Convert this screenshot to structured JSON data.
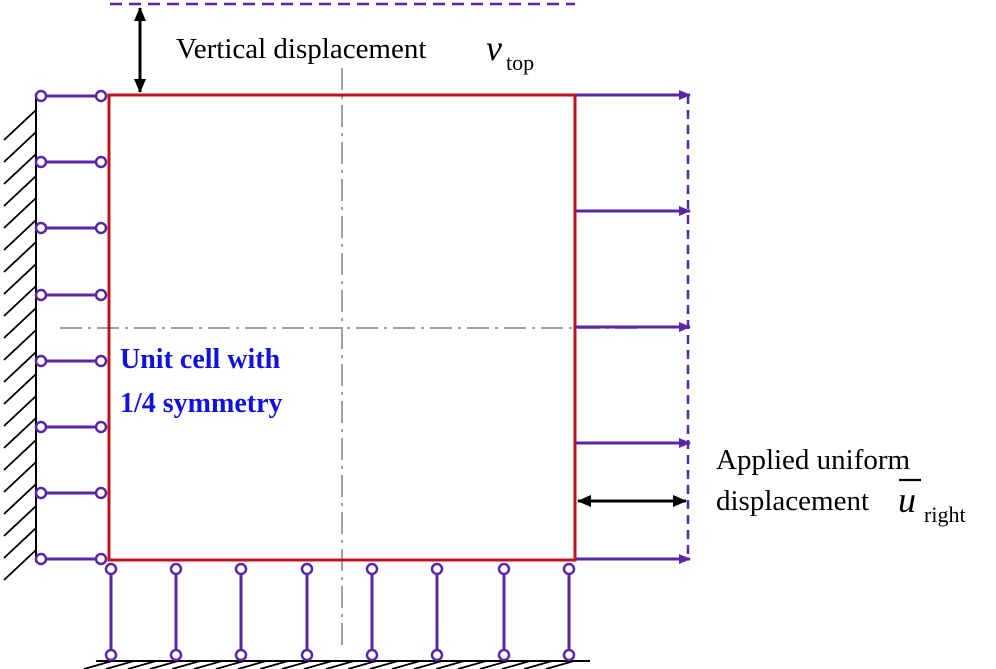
{
  "labels": {
    "vertical_text": "Vertical displacement",
    "vertical_var": "v",
    "vertical_sub": "top",
    "unit_cell_line1": "Unit cell with",
    "unit_cell_line2": "1/4 symmetry",
    "applied_line1": "Applied uniform",
    "applied_line2_text": "displacement",
    "applied_var": "u",
    "applied_sub": "right"
  },
  "colors": {
    "cell_border": "#c0141c",
    "support": "#5a26a6",
    "arrow": "#5a26a6",
    "dashed_boundary": "#5a26a6",
    "symmetry_axis": "#a0a0a0",
    "unit_cell_text": "#1010e0",
    "ground": "#000000",
    "dimension_arrow": "#000000"
  }
}
